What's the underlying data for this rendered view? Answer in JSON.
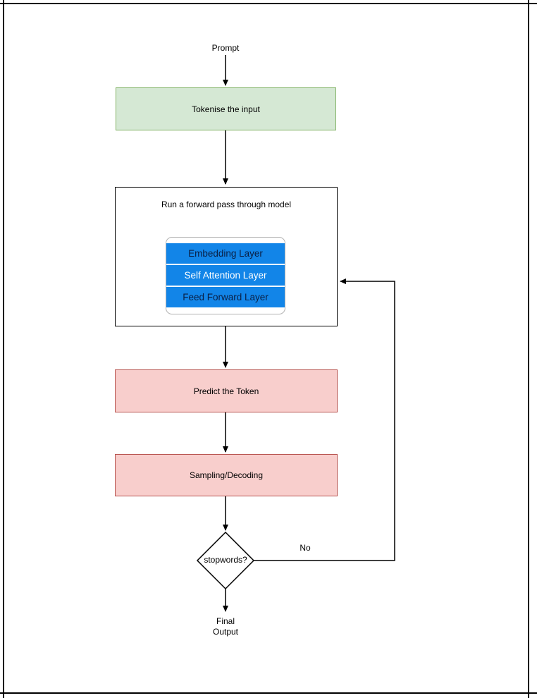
{
  "diagram": {
    "title_hint": "LLM inference flowchart",
    "prompt_label": "Prompt",
    "tokenise_label": "Tokenise the input",
    "forward_title": "Run a forward pass through model",
    "layers": [
      "Embedding Layer",
      "Self Attention Layer",
      "Feed Forward Layer"
    ],
    "predict_label": "Predict the Token",
    "sampling_label": "Sampling/Decoding",
    "decision_label": "stopwords?",
    "no_label": "No",
    "final_output_label": "Final Output"
  },
  "colors": {
    "green_fill": "#d5e8d4",
    "green_border": "#82b366",
    "pink_fill": "#f8cecc",
    "pink_border": "#b85450",
    "blue_fill": "#1285e8",
    "layer_text_dark": "#0a1f44",
    "layer_text_light": "#ffffff",
    "line": "#000000"
  }
}
